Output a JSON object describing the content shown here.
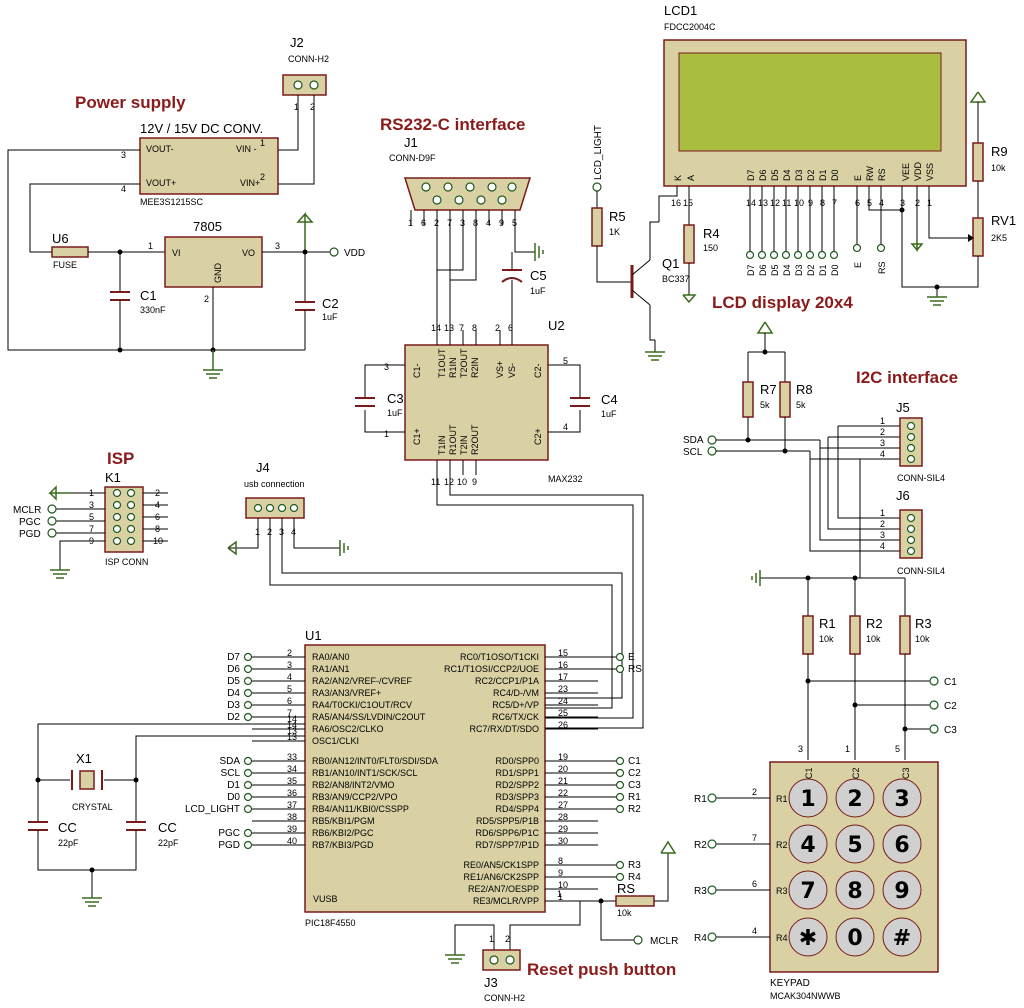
{
  "sections": {
    "power": "Power supply",
    "rs232": "RS232-C interface",
    "lcd": "LCD display 20x4",
    "i2c": "I2C interface",
    "isp": "ISP",
    "reset": "Reset push button"
  },
  "j2": {
    "ref": "J2",
    "value": "CONN-H2"
  },
  "conv": {
    "label": "12V / 15V DC CONV.",
    "part": "MEE3S1215SC",
    "pins": [
      "VOUT-",
      "VOUT+",
      "VIN -",
      "VIN+"
    ]
  },
  "reg": {
    "ref": "7805",
    "vi": "VI",
    "vo": "VO",
    "gnd": "GND"
  },
  "u6": {
    "ref": "U6",
    "value": "FUSE"
  },
  "c1": {
    "ref": "C1",
    "value": "330nF"
  },
  "c2": {
    "ref": "C2",
    "value": "1uF"
  },
  "vdd": "VDD",
  "j1": {
    "ref": "J1",
    "value": "CONN-D9F"
  },
  "c5": {
    "ref": "C5",
    "value": "1uF"
  },
  "u2": {
    "ref": "U2",
    "part": "MAX232",
    "pins_top": [
      "T1OUT",
      "R1IN",
      "T2OUT",
      "R2IN",
      "VS+",
      "VS-"
    ],
    "pins_bot": [
      "T1IN",
      "R1OUT",
      "T2IN",
      "R2OUT"
    ],
    "c1m": "C1-",
    "c1p": "C1+",
    "c2m": "C2-",
    "c2p": "C2+"
  },
  "c3": {
    "ref": "C3",
    "value": "1uF"
  },
  "c4": {
    "ref": "C4",
    "value": "1uF"
  },
  "lcd1": {
    "ref": "LCD1",
    "part": "FDCC2004C",
    "pins": [
      "K",
      "A",
      "D7",
      "D6",
      "D5",
      "D4",
      "D3",
      "D2",
      "D1",
      "D0",
      "E",
      "RW",
      "RS",
      "VEE",
      "VDD",
      "VSS"
    ],
    "outs": [
      "D7",
      "D6",
      "D5",
      "D4",
      "D3",
      "D2",
      "D1",
      "D0",
      "E",
      "RS"
    ]
  },
  "lcd_light": "LCD_LIGHT",
  "r5": {
    "ref": "R5",
    "value": "1K"
  },
  "r4": {
    "ref": "R4",
    "value": "150"
  },
  "q1": {
    "ref": "Q1",
    "value": "BC337"
  },
  "r9": {
    "ref": "R9",
    "value": "10k"
  },
  "rv1": {
    "ref": "RV1",
    "value": "2K5"
  },
  "r7": {
    "ref": "R7",
    "value": "5k"
  },
  "r8": {
    "ref": "R8",
    "value": "5k"
  },
  "j5": {
    "ref": "J5",
    "value": "CONN-SIL4"
  },
  "j6": {
    "ref": "J6",
    "value": "CONN-SIL4"
  },
  "sda": "SDA",
  "scl": "SCL",
  "k1": {
    "ref": "K1",
    "value": "ISP CONN",
    "left_labels": [
      "MCLR",
      "PGC",
      "PGD"
    ]
  },
  "j4": {
    "ref": "J4",
    "value": "usb connection"
  },
  "u1": {
    "ref": "U1",
    "part": "PIC18F4550",
    "vusb": "VUSB",
    "left_a": [
      "RA0/AN0",
      "RA1/AN1",
      "RA2/AN2/VREF-/CVREF",
      "RA3/AN3/VREF+",
      "RA4/T0CKI/C1OUT/RCV",
      "RA5/AN4/SS/LVDIN/C2OUT",
      "RA6/OSC2/CLKO",
      "OSC1/CLKI"
    ],
    "left_b": [
      "RB0/AN12/INT0/FLT0/SDI/SDA",
      "RB1/AN10/INT1/SCK/SCL",
      "RB2/AN8/INT2/VMO",
      "RB3/AN9/CCP2/VPO",
      "RB4/AN11/KBI0/CSSPP",
      "RB5/KBI1/PGM",
      "RB6/KBI2/PGC",
      "RB7/KBI3/PGD"
    ],
    "right_c": [
      "RC0/T1OSO/T1CKI",
      "RC1/T1OSI/CCP2/UOE",
      "RC2/CCP1/P1A",
      "RC4/D-/VM",
      "RC5/D+/VP",
      "RC6/TX/CK",
      "RC7/RX/DT/SDO"
    ],
    "right_d": [
      "RD0/SPP0",
      "RD1/SPP1",
      "RD2/SPP2",
      "RD3/SPP3",
      "RD4/SPP4",
      "RD5/SPP5/P1B",
      "RD6/SPP6/P1C",
      "RD7/SPP7/P1D"
    ],
    "right_e": [
      "RE0/AN5/CK1SPP",
      "RE1/AN6/CK2SPP",
      "RE2/AN7/OESPP",
      "RE3/MCLR/VPP"
    ],
    "left_a_net": [
      "D7",
      "D6",
      "D5",
      "D4",
      "D3",
      "D2"
    ],
    "left_b_net": [
      "SDA",
      "SCL",
      "D1",
      "D0",
      "LCD_LIGHT",
      "",
      "PGC",
      "PGD"
    ],
    "right_c_net": [
      "E",
      "RS"
    ],
    "right_d_net": [
      "C1",
      "C2",
      "C3",
      "R1",
      "R2"
    ],
    "right_e_net": [
      "R3",
      "R4"
    ]
  },
  "x1": {
    "ref": "X1",
    "value": "CRYSTAL"
  },
  "cc": {
    "ref": "CC",
    "value": "22pF"
  },
  "rs": {
    "ref": "RS",
    "value": "10k"
  },
  "mclr": "MCLR",
  "j3": {
    "ref": "J3",
    "value": "CONN-H2"
  },
  "r1": {
    "ref": "R1",
    "value": "10k"
  },
  "r2": {
    "ref": "R2",
    "value": "10k"
  },
  "r3": {
    "ref": "R3",
    "value": "10k"
  },
  "col_labels": [
    "C1",
    "C2",
    "C3"
  ],
  "row_labels": [
    "R1",
    "R2",
    "R3",
    "R4"
  ],
  "keypad": {
    "ref": "KEYPAD",
    "part": "MCAK304NWWB",
    "cols": [
      "C1",
      "C2",
      "C3"
    ],
    "rows": [
      "R1",
      "R2",
      "R3",
      "R4"
    ],
    "keys": [
      "1",
      "2",
      "3",
      "4",
      "5",
      "6",
      "7",
      "8",
      "9",
      "✱",
      "0",
      "#"
    ]
  }
}
